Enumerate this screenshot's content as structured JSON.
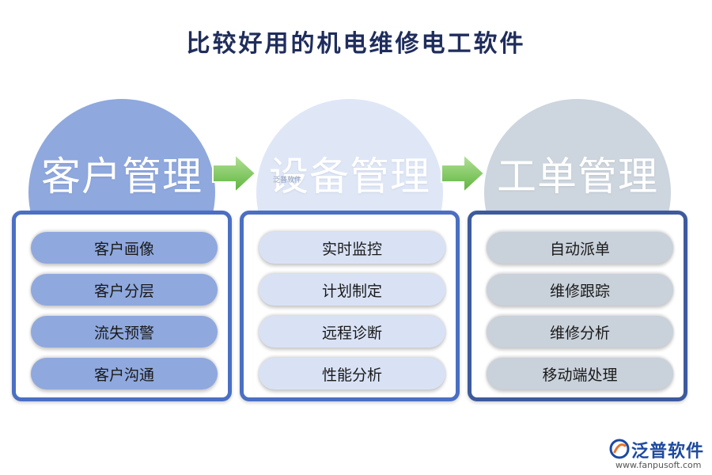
{
  "title": "比较好用的机电维修电工软件",
  "columns": [
    {
      "heading": "客户管理",
      "items": [
        "客户画像",
        "客户分层",
        "流失预警",
        "客户沟通"
      ]
    },
    {
      "heading": "设备管理",
      "items": [
        "实时监控",
        "计划制定",
        "远程诊断",
        "性能分析"
      ]
    },
    {
      "heading": "工单管理",
      "items": [
        "自动派单",
        "维修跟踪",
        "维修分析",
        "移动端处理"
      ]
    }
  ],
  "stamp": "泛普软件",
  "logo": {
    "name": "泛普软件",
    "url": "www.fanpusoft.com"
  },
  "colors": {
    "title": "#1f2d5c",
    "col1": "#8fa8de",
    "col2": "#dfe7f7",
    "col3": "#cdd5de",
    "box_border": "#4a6fc4",
    "arrow": "#6cc04a",
    "logo": "#1e4aa0"
  },
  "icons": {
    "arrow": "right-arrow-icon",
    "logo": "fanpu-logo-icon"
  }
}
